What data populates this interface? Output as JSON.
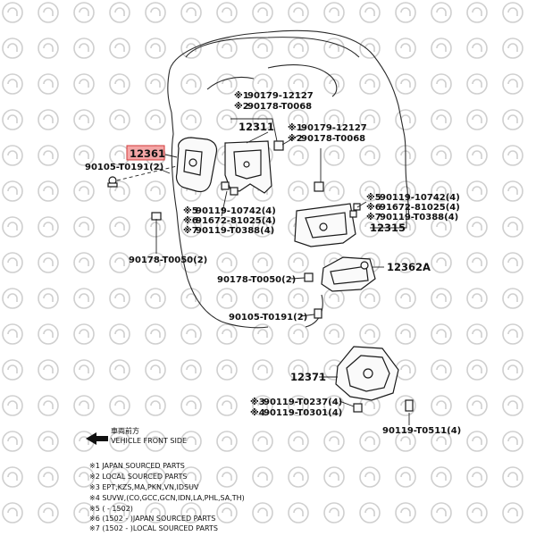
{
  "callouts": {
    "p12361": "12361",
    "c90105_top": "90105-T0191(2)",
    "c90178_left": "90178-T0050(2)",
    "c90119_a": "90119-10742(4)",
    "c91672_a": "91672-81025(4)",
    "c90119_b": "90119-T0388(4)",
    "top_m1": "90179-12127",
    "top_m2": "90178-T0068",
    "p12311": "12311",
    "mid_m1": "90179-12127",
    "mid_m2": "90178-T0068",
    "r_90119_a": "90119-10742(4)",
    "r_91672": "91672-81025(4)",
    "r_90119_b": "90119-T0388(4)",
    "p12315": "12315",
    "p12362A": "12362A",
    "c90178_mid": "90178-T0050(2)",
    "c90105_bot": "90105-T0191(2)",
    "p12371": "12371",
    "c90119_t0237": "90119-T0237(4)",
    "c90119_t0301": "90119-T0301(4)",
    "c90119_t0511": "90119-T0511(4)"
  },
  "marks": {
    "m1": "※1",
    "m2": "※2",
    "m3": "※3",
    "m4": "※4",
    "m5": "※5",
    "m6": "※6",
    "m7": "※7"
  },
  "front": {
    "jp": "車両前方",
    "en": "VEHICLE FRONT SIDE"
  },
  "notes": [
    "※1 JAPAN SOURCED PARTS",
    "※2 LOCAL SOURCED PARTS",
    "※3 EPT,KZS,MA,PKN,VN,IDSUV",
    "※4 SUVW,(CO,GCC,GCN,IDN,LA,PHL,SA,TH)",
    "※5 (       -  1502)",
    "※6 (1502 -       )JAPAN SOURCED PARTS",
    "※7 (1502 -       )LOCAL SOURCED PARTS"
  ],
  "colors": {
    "highlight": "#f4a6a6",
    "watermark": "#cfcfcf",
    "line": "#1a1a1a"
  }
}
